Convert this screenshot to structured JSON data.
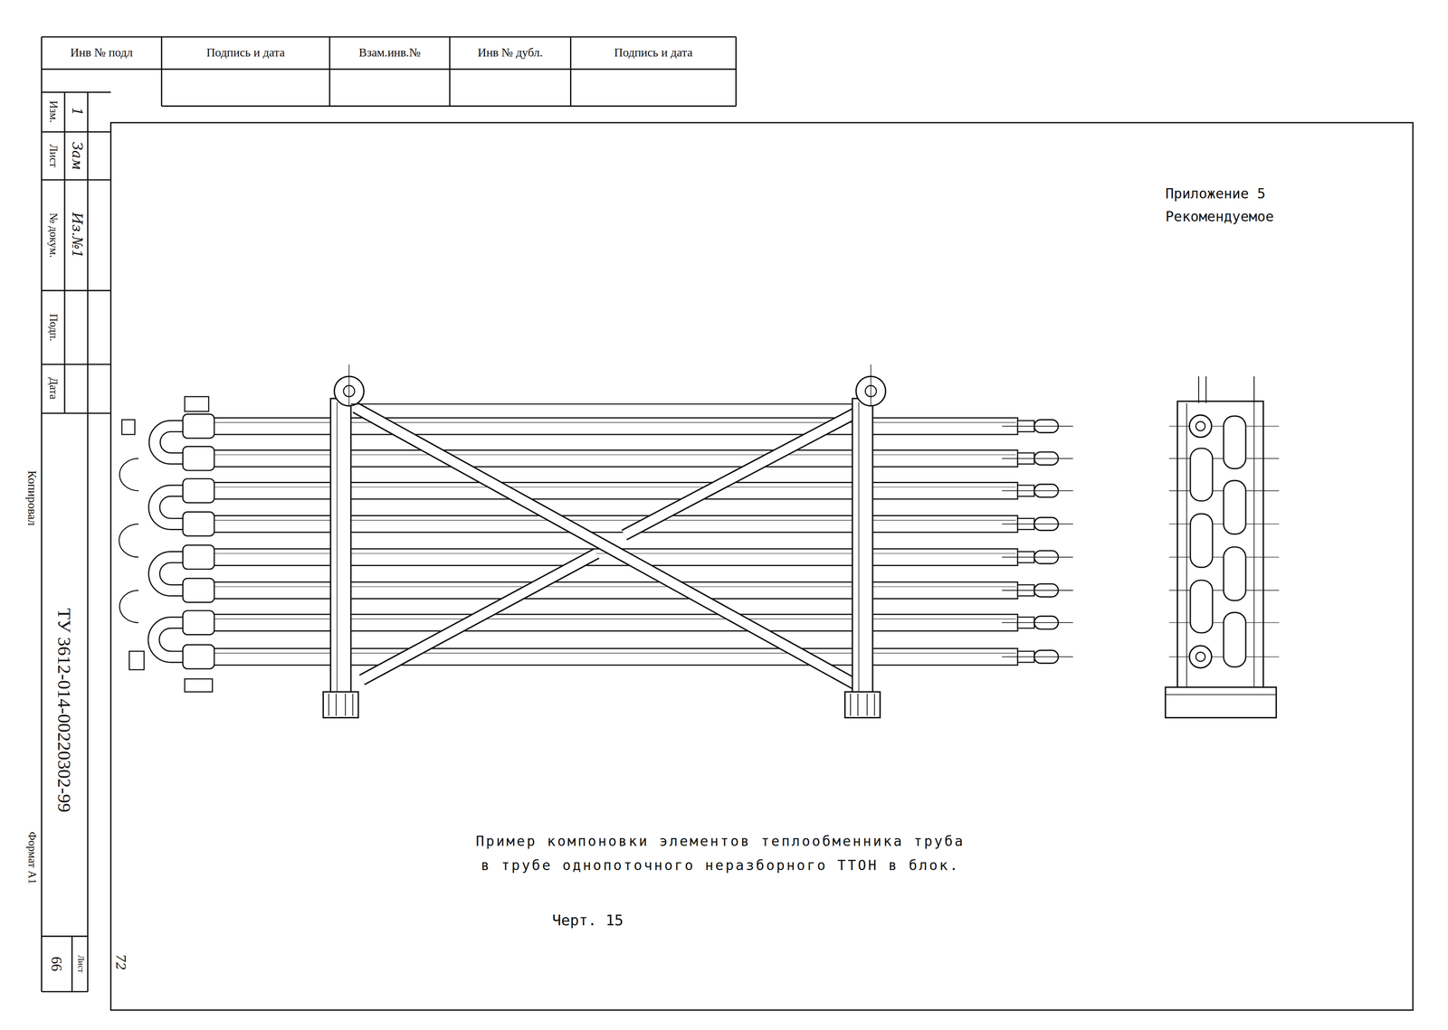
{
  "diagram": {
    "caption": "Пример компоновки элементов теплообменника труба в трубе однопоточного неразборного ТТОН в блок.",
    "labels": [
      "Инв № подл",
      "Подпись и дата",
      "Взам.инв.№",
      "Инв № дубл.",
      "Подпись и дата",
      "Изм.",
      "Лист",
      "№ докум.",
      "Подп.",
      "Дата",
      "1",
      "Зам",
      "Из.№1",
      "Копировал",
      "ТУ 3612-014-00220302-99",
      "Формат А1",
      "Лист",
      "66",
      "72",
      "Приложение 5",
      "Рекомендуемое",
      "Черт. 15"
    ]
  }
}
